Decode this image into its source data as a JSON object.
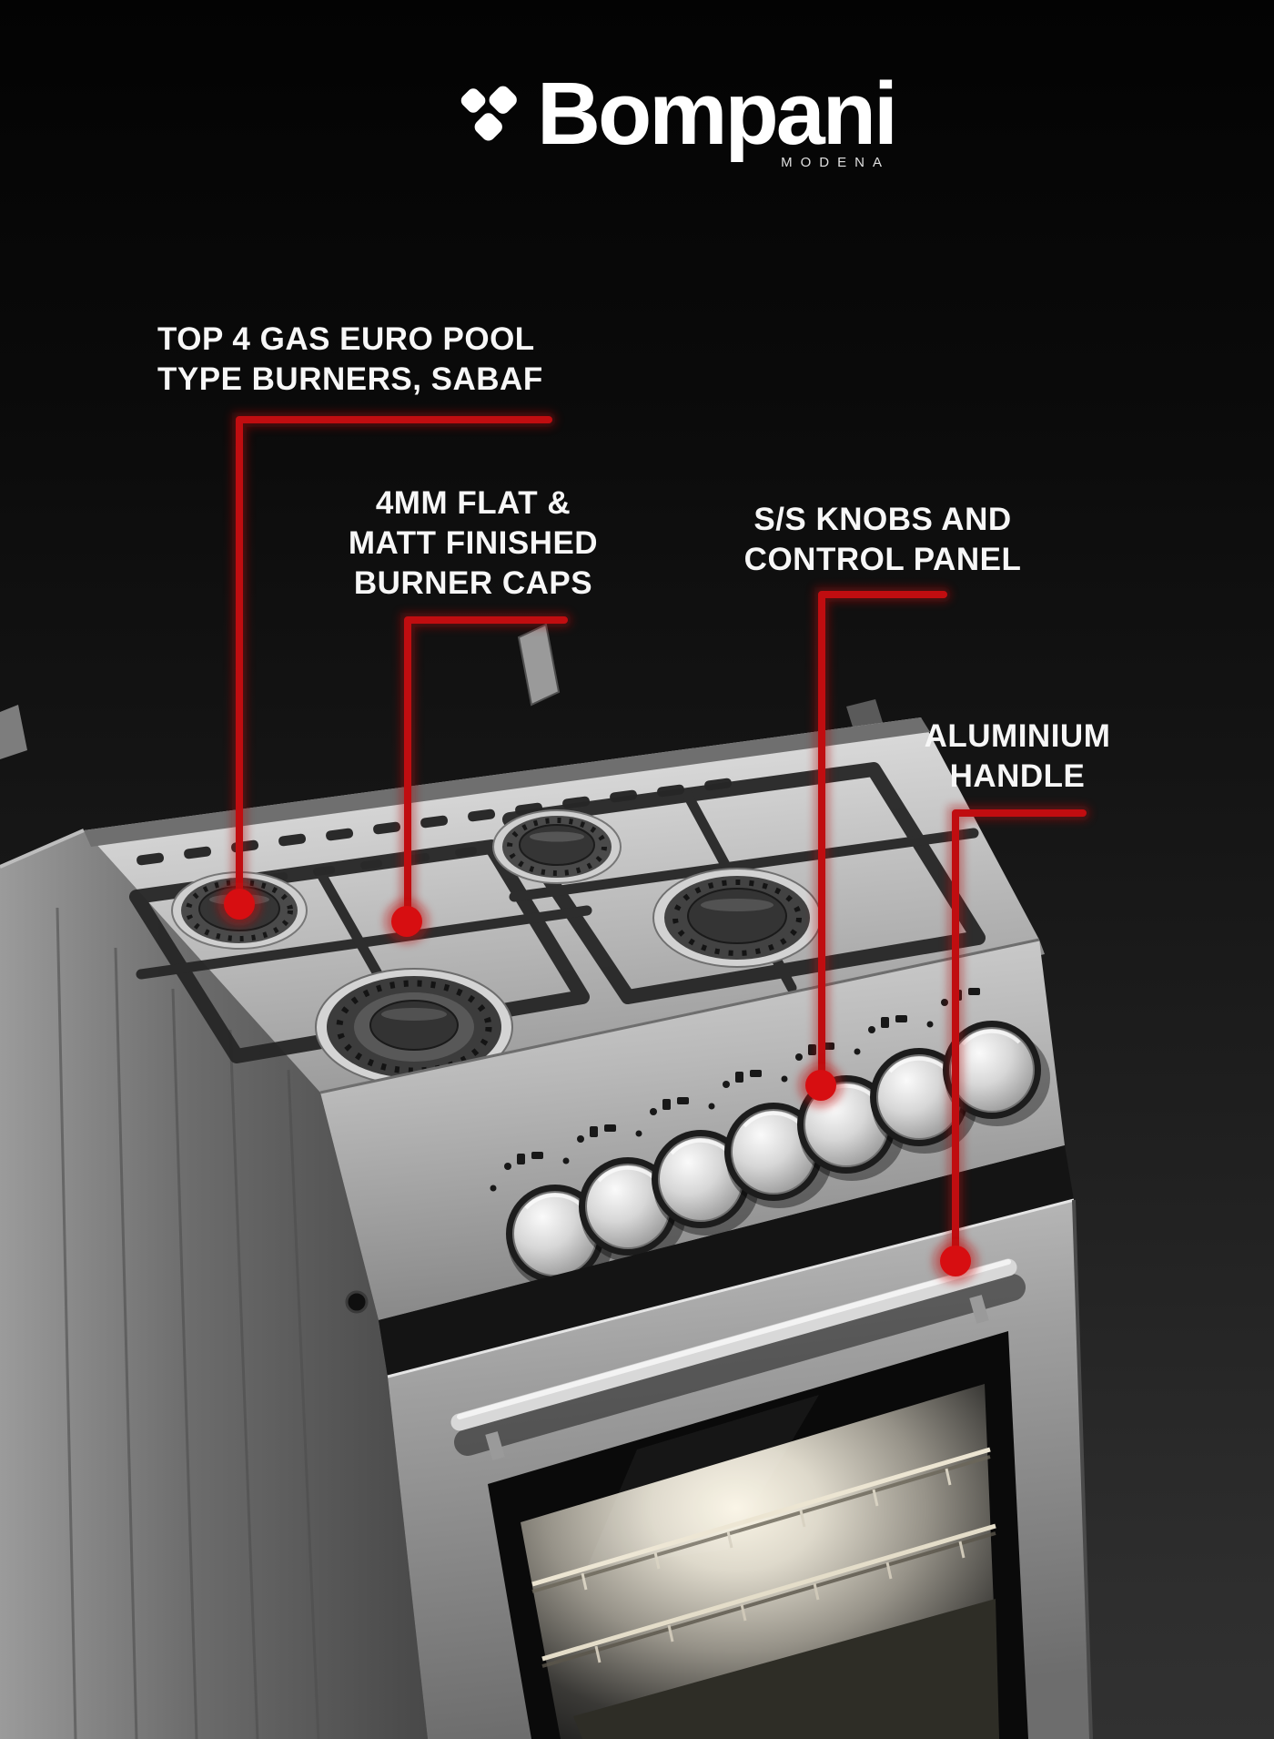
{
  "colors": {
    "background_top": "#030303",
    "background_bottom": "#313131",
    "accent_line": "#c00d10",
    "accent_dot": "#d70e11",
    "label_text": "#f7f7f7",
    "logo_text": "#ffffff",
    "steel_light": "#e8e8e8",
    "steel_dark": "#6f6f6f"
  },
  "logo": {
    "brand": "Bompani",
    "subbrand": "MODENA",
    "mark": "three-diamond-mark"
  },
  "callouts": [
    {
      "id": "burners",
      "align": "left",
      "lines": [
        "TOP 4 GAS EURO POOL",
        "TYPE BURNERS, SABAF"
      ]
    },
    {
      "id": "burner-caps",
      "align": "center",
      "lines": [
        "4MM FLAT &",
        "MATT FINISHED",
        "BURNER CAPS"
      ]
    },
    {
      "id": "knobs-panel",
      "align": "center",
      "lines": [
        "S/S KNOBS AND",
        "CONTROL PANEL"
      ]
    },
    {
      "id": "handle",
      "align": "center",
      "lines": [
        "ALUMINIUM",
        "HANDLE"
      ]
    }
  ]
}
